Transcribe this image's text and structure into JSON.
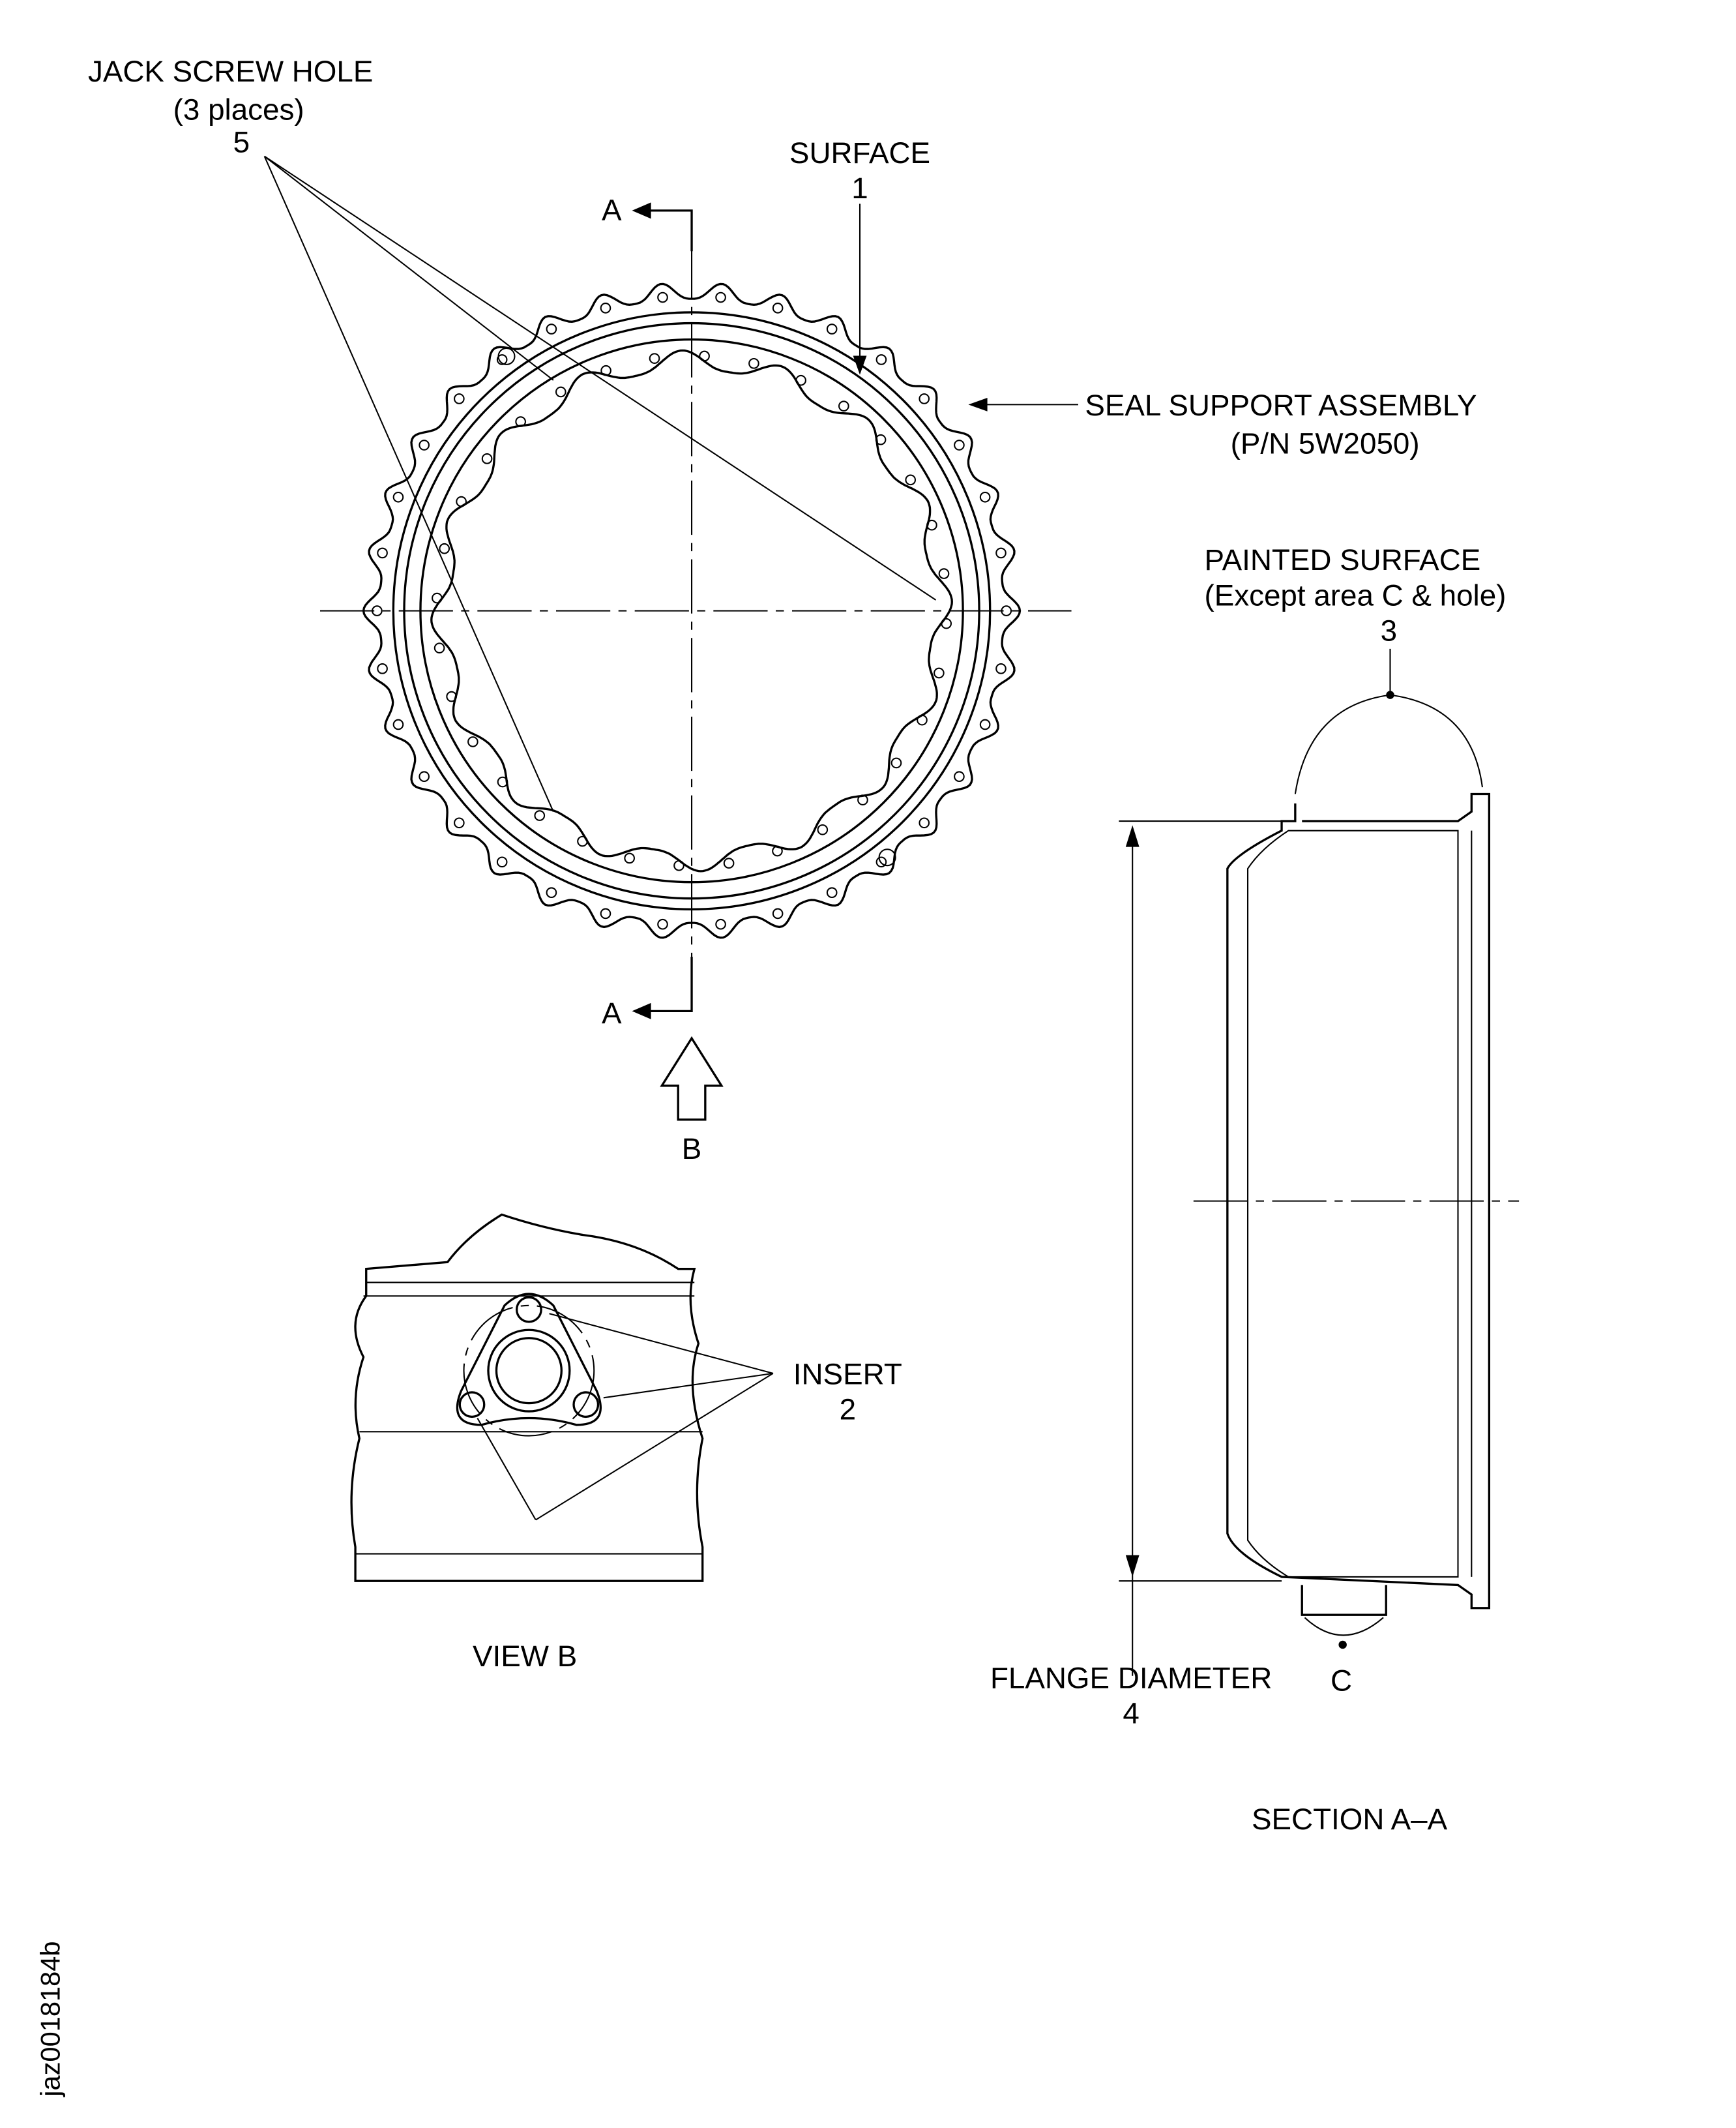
{
  "labels": {
    "jack_screw": [
      "JACK SCREW HOLE",
      "(3 places)",
      "5"
    ],
    "surface": [
      "SURFACE",
      "1"
    ],
    "seal_support": [
      "SEAL SUPPORT ASSEMBLY",
      "(P/N 5W2050)"
    ],
    "painted_surface": [
      "PAINTED SURFACE",
      "(Except area C & hole)",
      "3"
    ],
    "section_marker": "A",
    "view_marker": "B",
    "insert": [
      "INSERT",
      "2"
    ],
    "view_b": "VIEW B",
    "flange_diameter": [
      "FLANGE DIAMETER",
      "4"
    ],
    "area_c": "C",
    "section_title": "SECTION A–A",
    "drawing_id": "jaz0018184b"
  }
}
